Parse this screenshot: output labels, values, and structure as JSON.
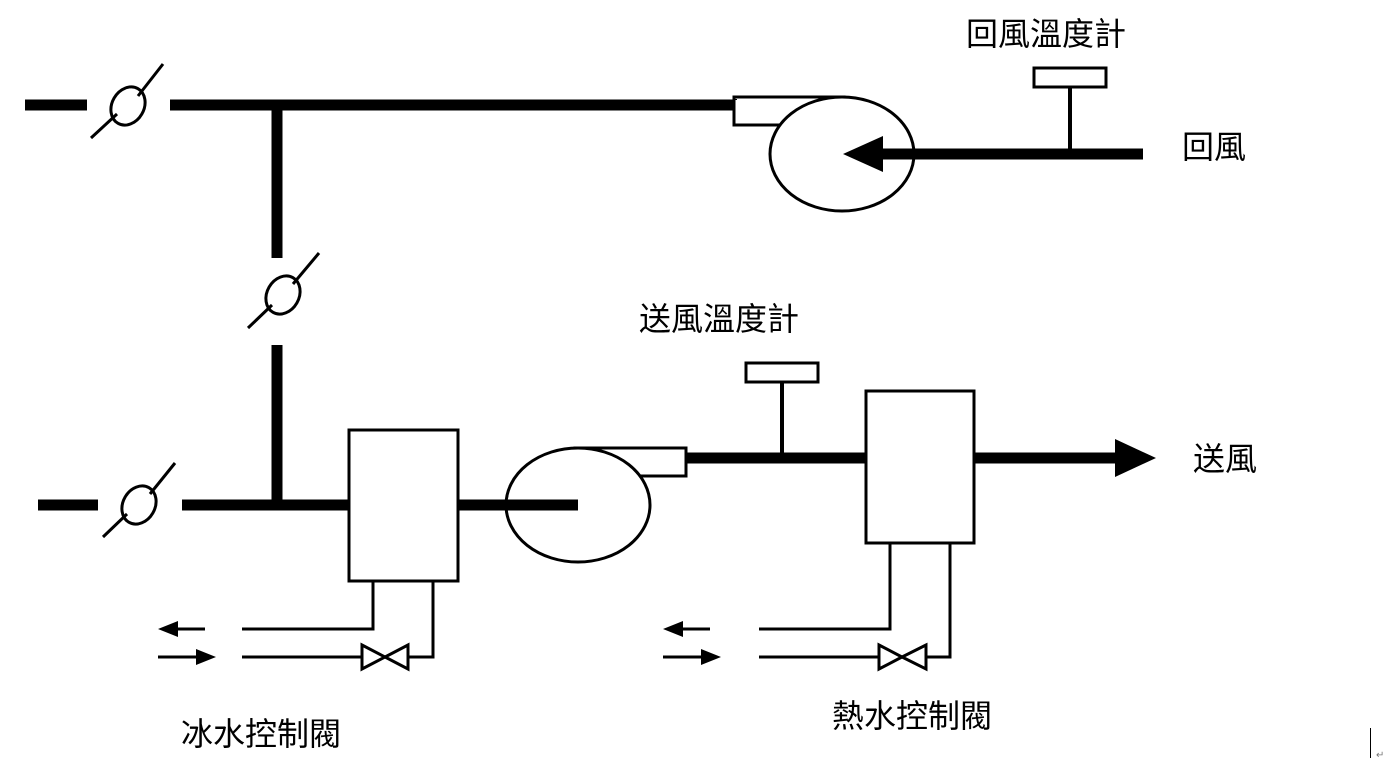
{
  "diagram": {
    "type": "hvac-air-handling-unit-schematic",
    "labels": {
      "return_air_thermometer": "回風溫度計",
      "return_air": "回風",
      "supply_air_thermometer": "送風溫度計",
      "supply_air": "送風",
      "chilled_water_control_valve": "冰水控制閥",
      "hot_water_control_valve": "熱水控制閥"
    },
    "components": [
      {
        "id": "exhaust-damper",
        "kind": "damper"
      },
      {
        "id": "mixing-damper",
        "kind": "damper"
      },
      {
        "id": "outdoor-air-damper",
        "kind": "damper"
      },
      {
        "id": "return-fan",
        "kind": "fan"
      },
      {
        "id": "supply-fan",
        "kind": "fan"
      },
      {
        "id": "cooling-coil",
        "kind": "coil"
      },
      {
        "id": "heating-coil",
        "kind": "coil"
      },
      {
        "id": "return-air-thermometer",
        "kind": "sensor"
      },
      {
        "id": "supply-air-thermometer",
        "kind": "sensor"
      },
      {
        "id": "chilled-water-valve",
        "kind": "two-way-valve"
      },
      {
        "id": "hot-water-valve",
        "kind": "two-way-valve"
      }
    ],
    "colors": {
      "line": "#000000",
      "background": "#ffffff"
    }
  },
  "document": {
    "paragraph_mark": "↵"
  }
}
